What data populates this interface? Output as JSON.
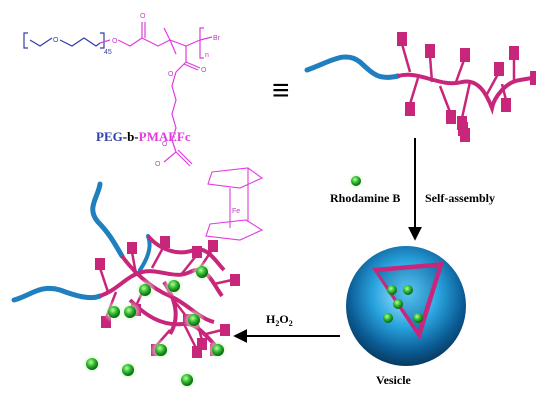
{
  "chemical_structure": {
    "oxygen_symbol": "O",
    "repeat_count": "45",
    "bromine_symbol": "Br",
    "n_subscript": "n",
    "iron_symbol": "Fe"
  },
  "labels": {
    "polymer_name_part1": "PEG",
    "polymer_name_sep": "-b-",
    "polymer_name_part2": "PMAEFc",
    "equivalence_symbol": "≡",
    "rhodamine": "Rhodamine B",
    "self_assembly": "Self-assembly",
    "h2o2_main": "H",
    "h2o2_sub1": "2",
    "h2o2_o": "O",
    "h2o2_sub2": "2",
    "vesicle": "Vesicle"
  },
  "colors": {
    "peg_blue": "#2f3fa8",
    "pmaefc_magenta": "#e03ce0",
    "chain_blue": "#1f7fbf",
    "brush_pink": "#c8267a",
    "dye_green": "#2fb82f",
    "vesicle_core": "#1a8fd0"
  }
}
